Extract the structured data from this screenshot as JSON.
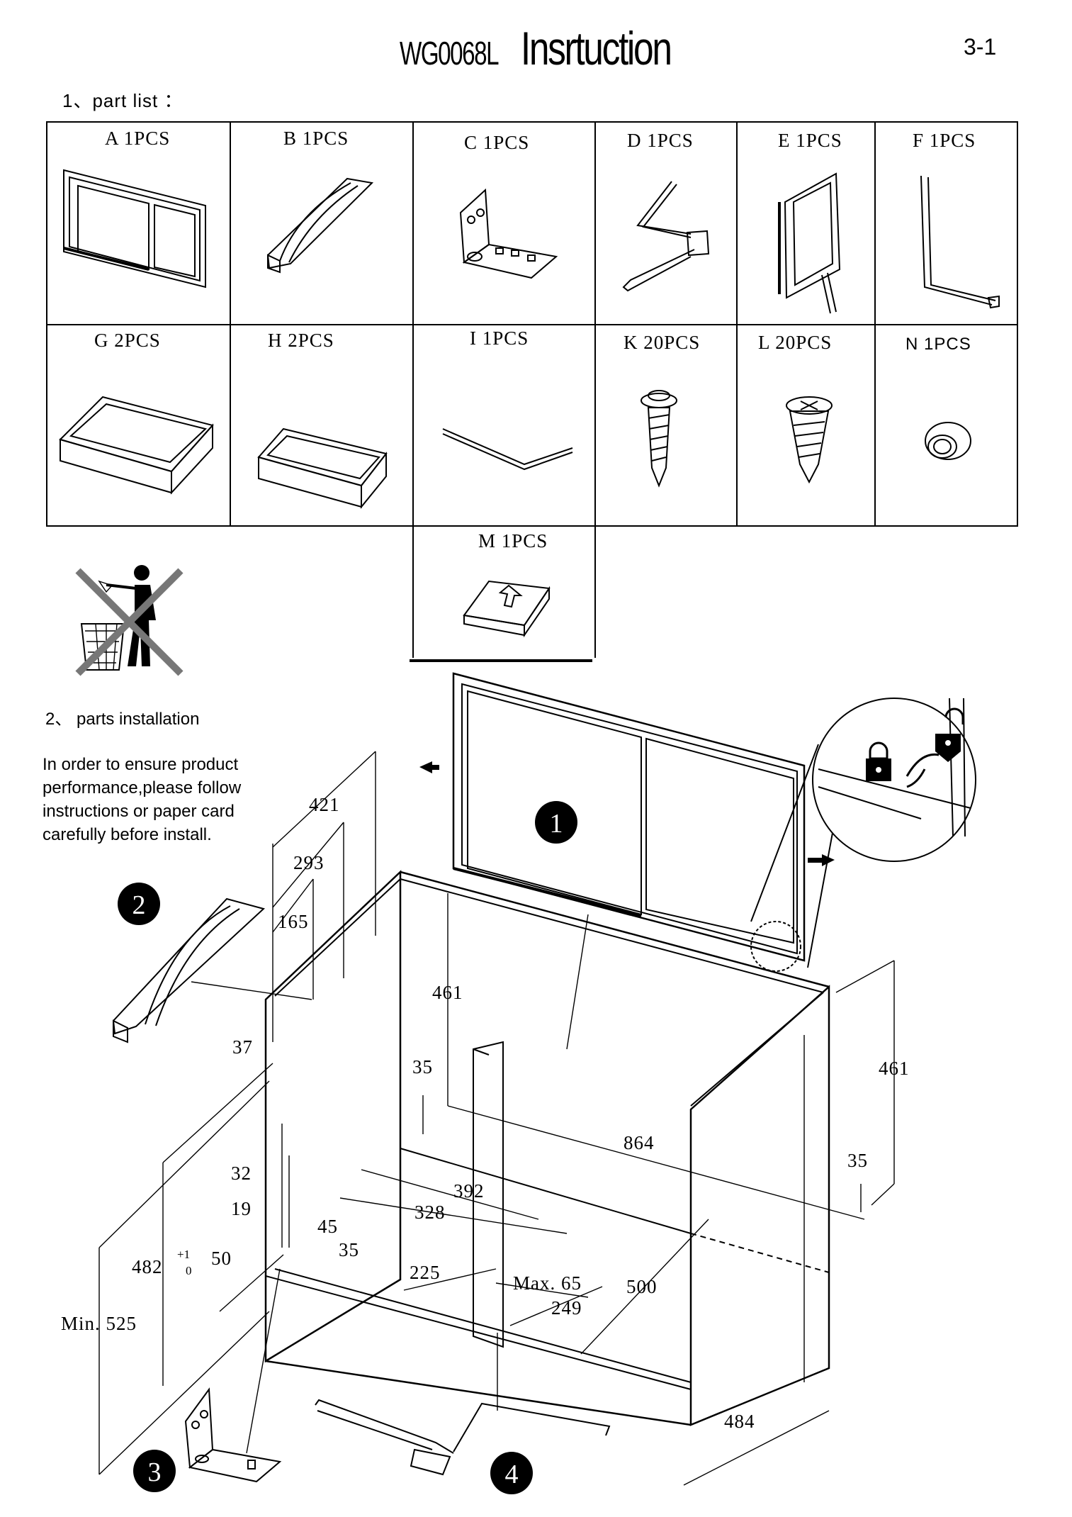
{
  "header": {
    "model_code": "WG0068L",
    "title_word": "Insrtuction",
    "page_number": "3-1"
  },
  "part_list": {
    "heading": "1、part list ：",
    "parts": [
      {
        "letter": "A",
        "qty": "1PCS"
      },
      {
        "letter": "B",
        "qty": "1PCS"
      },
      {
        "letter": "C",
        "qty": "1PCS"
      },
      {
        "letter": "D",
        "qty": "1PCS"
      },
      {
        "letter": "E",
        "qty": "1PCS"
      },
      {
        "letter": "F",
        "qty": "1PCS"
      },
      {
        "letter": "G",
        "qty": "2PCS"
      },
      {
        "letter": "H",
        "qty": "2PCS"
      },
      {
        "letter": "I",
        "qty": "1PCS"
      },
      {
        "letter": "K",
        "qty": "20PCS"
      },
      {
        "letter": "L",
        "qty": "20PCS"
      },
      {
        "letter": "N",
        "qty": "1PCS"
      },
      {
        "letter": "M",
        "qty": "1PCS"
      }
    ]
  },
  "installation": {
    "heading": "2、  parts installation",
    "note": "In order to ensure product performance,please follow instructions or paper card carefully before install.",
    "step_badges": [
      "1",
      "2",
      "3",
      "4"
    ],
    "dimensions": {
      "d421": "421",
      "d293": "293",
      "d165": "165",
      "d37": "37",
      "d461_left": "461",
      "d35_left": "35",
      "d461_right": "461",
      "d35_right": "35",
      "d864": "864",
      "d392": "392",
      "d328": "328",
      "d32": "32",
      "d19": "19",
      "d45": "45",
      "d35_small": "35",
      "d50": "50",
      "d482": "482",
      "tol_plus": "+1",
      "tol_zero": "0",
      "d225": "225",
      "max65": "Max. 65",
      "d249": "249",
      "d500": "500",
      "min525": "Min. 525",
      "d484": "484"
    }
  },
  "icons": {
    "no_litter": "no-litter-icon",
    "lock": "lock-icon",
    "unlock": "unlock-icon",
    "arrows": "arrow-icon"
  }
}
